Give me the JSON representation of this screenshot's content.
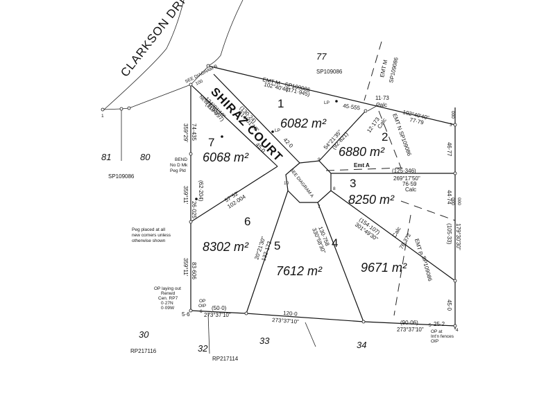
{
  "roads": {
    "clarkson": "CLARKSON DRIVE",
    "shiraz": "SHIRAZ COURT",
    "new_road": "NEW ROAD"
  },
  "lots": [
    {
      "id": "1",
      "area": "6082 m²"
    },
    {
      "id": "2",
      "area": "6880 m²"
    },
    {
      "id": "3",
      "area": "8250 m²"
    },
    {
      "id": "4",
      "area": "9671 m²"
    },
    {
      "id": "5",
      "area": "7612 m²"
    },
    {
      "id": "6",
      "area": "8302 m²"
    },
    {
      "id": "7",
      "area": "6068 m²"
    }
  ],
  "neighbours": {
    "n77": "77",
    "sp1": "SP109086",
    "n81": "81",
    "n80": "80",
    "sp2": "SP109086",
    "n30": "30",
    "rp1": "RP217116",
    "n32": "32",
    "rp2": "RP217114",
    "n33": "33",
    "n34": "34"
  },
  "easements": {
    "emt_m_top": "EMT M",
    "emt_m_top_sp": "SP109086",
    "emt_m_vert": "EMT M",
    "emt_m_vert_sp": "SP109086",
    "emt_n": "EMT N SP109086",
    "emt_a": "Emt A",
    "emt_p": "EMT P",
    "emt_p_sp": "SP109086"
  },
  "dims": {
    "top_bearing": "102°40'40\"",
    "top_dist": "(171·945)",
    "l1_dist": "(130·24)",
    "l1_brg": "314°01'10\"",
    "lp1": "LP",
    "lp2": "LP",
    "d45555": "45·555",
    "calc1": "11·73",
    "calc1b": "Calc",
    "l2_brg": "102°40'40\"",
    "l2_dist": "77·79",
    "d12173": "12·173",
    "calc2": "Calc",
    "b54": "54°21'35\"",
    "d92821": "(92·821)",
    "d420": "42·0",
    "d1340110": "134°01'10\"",
    "d119997": "(119·997)",
    "d450": "45·0",
    "d4677": "46·77",
    "d125346": "(125·346)",
    "b269": "269°17'50\"",
    "d7659": "76·59",
    "calc3": "Calc",
    "d4474": "44·74",
    "d154107": "(154·107)",
    "b301": "301°49'30\"",
    "calc4": "Calc",
    "d78372": "78·372",
    "d10533": "(105·33)",
    "b17930": "179°30'30\"",
    "d450b": "45·0",
    "d7435": "74·435",
    "b35929": "359°29'",
    "bend": "BEND",
    "nodmk": "No D Mk",
    "pegpld": "Peg Pld",
    "d62204": "(62·204)",
    "d26025": "26·025",
    "b35911": "359°11'",
    "b5752": "57°52'",
    "d102004": "102·004",
    "b202130": "20°21'30\"",
    "d132173": "132·173",
    "d130758": "130·758",
    "b330": "330°58'30\"",
    "d83606": "83·606",
    "b35911b": "359°11'",
    "d500": "(50·0)",
    "b27337a": "273°37'10\"",
    "d1200": "120·0",
    "b27337b": "273°37'10\"",
    "d9006": "(90·06)",
    "d252": "25·2",
    "b27337c": "273°37'10\"",
    "d56": "5·6",
    "see_b": "SEE DIAGRAM B",
    "see_a": "SEE DIAGRAM A",
    "tiny100": "100"
  },
  "notes": {
    "peg1": "Peg placed at all",
    "peg2": "new corners unless",
    "peg3": "otherwise shown",
    "op1": "OP laying out",
    "op2": "Renwd",
    "op3": "Cen. RP7",
    "op4": "0·27N",
    "op5": "0·09W",
    "op_a": "OP",
    "op_b": "OIP",
    "opr1": "OP at",
    "opr2": "Int'n fences",
    "opr3": "OIP"
  },
  "pts": {
    "p1": "1",
    "p3": "3",
    "p4": "4",
    "p5": "5",
    "p6": "6",
    "p7": "7",
    "p8": "8",
    "p9": "9",
    "p10": "10"
  },
  "ocr_cut": "000",
  "ocr_cut2": "000",
  "ocr_cut3": "000"
}
